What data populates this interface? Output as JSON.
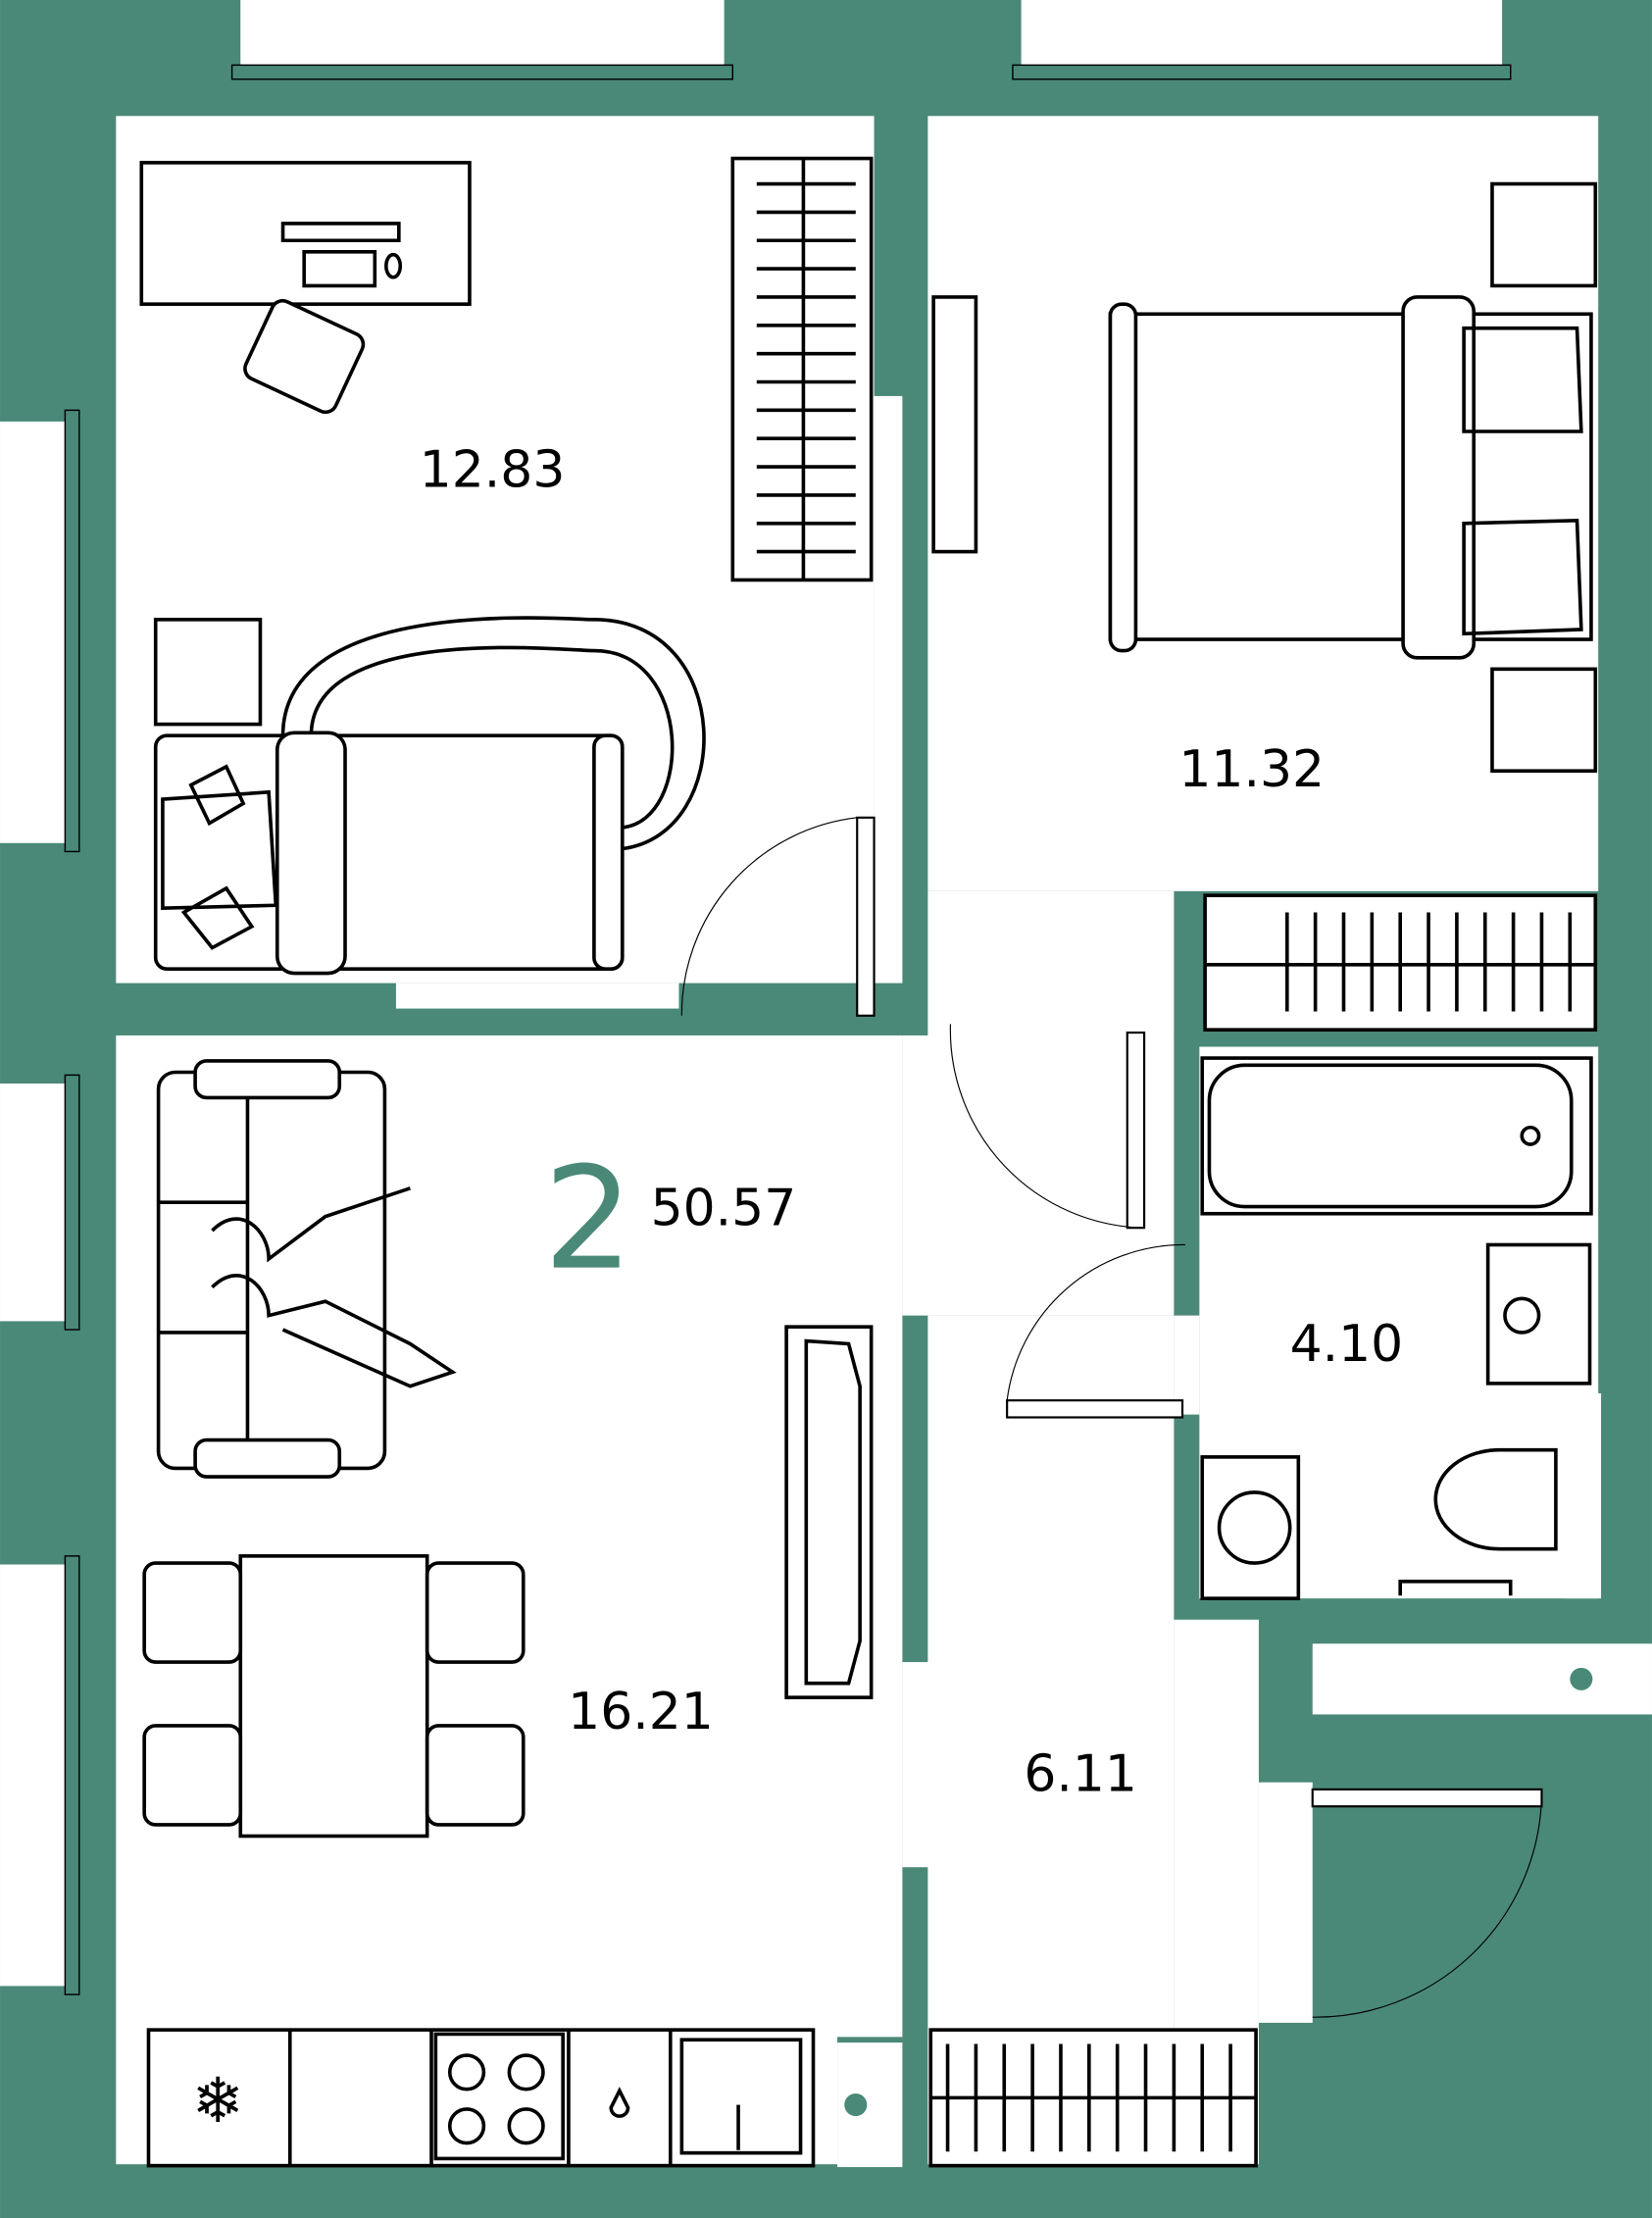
{
  "plan": {
    "rooms_count": "2",
    "total_area": "50.57",
    "rooms": [
      {
        "name": "bedroom-1",
        "area": "12.83"
      },
      {
        "name": "bedroom-2",
        "area": "11.32"
      },
      {
        "name": "bathroom",
        "area": "4.10"
      },
      {
        "name": "hallway",
        "area": "6.11"
      },
      {
        "name": "living-kitchen",
        "area": "16.21"
      }
    ],
    "colors": {
      "wall": "#4a8978",
      "accent": "#4a8978"
    }
  }
}
